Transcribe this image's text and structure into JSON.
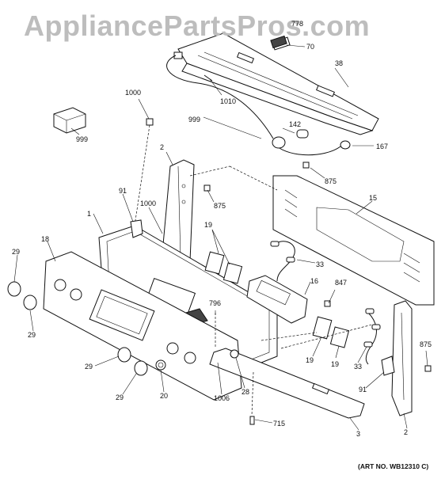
{
  "watermark": "AppliancePartsPros.com",
  "art_number": "(ART NO. WB12310 C)",
  "callouts": {
    "c70": "70",
    "c778": "778",
    "c38": "38",
    "c1010": "1010",
    "c999a": "999",
    "c999b": "999",
    "c1000a": "1000",
    "c142": "142",
    "c167": "167",
    "c875a": "875",
    "c2a": "2",
    "c875b": "875",
    "c15": "15",
    "c91a": "91",
    "c1000b": "1000",
    "c1": "1",
    "c19a": "19",
    "c18": "18",
    "c33a": "33",
    "c29a": "29",
    "c16": "16",
    "c847": "847",
    "c796": "796",
    "c29b": "29",
    "c875c": "875",
    "c29c": "29",
    "c19b": "19",
    "c19c": "19",
    "c33b": "33",
    "c29d": "29",
    "c20": "20",
    "c1006": "1006",
    "c28": "28",
    "c91b": "91",
    "c2b": "2",
    "c715": "715",
    "c3": "3"
  }
}
